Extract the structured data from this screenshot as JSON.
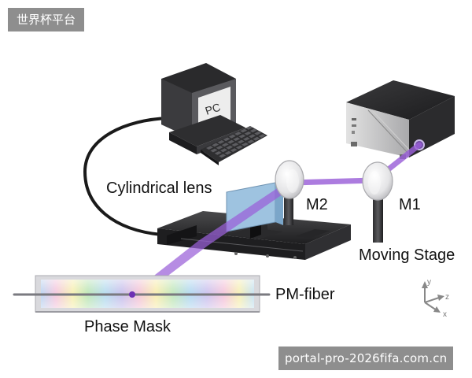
{
  "watermark_top": "世界杯平台",
  "watermark_bottom": "portal-pro-2026fifa.com.cn",
  "labels": {
    "cylindrical_lens": "Cylindrical lens",
    "m2": "M2",
    "m1": "M1",
    "moving_stage": "Moving Stage",
    "pm_fiber": "PM-fiber",
    "phase_mask": "Phase Mask",
    "pc": "PC"
  },
  "axes": {
    "y": "y",
    "z": "z",
    "x": "x"
  },
  "colors": {
    "beam": "#9a5fd8",
    "beam_dark": "#6d2fb4",
    "mirror": "#e8e8ea",
    "device_dark": "#2b2b2d",
    "lens_blue": "#9ec3e0",
    "monitor": "#4a4a4d"
  }
}
